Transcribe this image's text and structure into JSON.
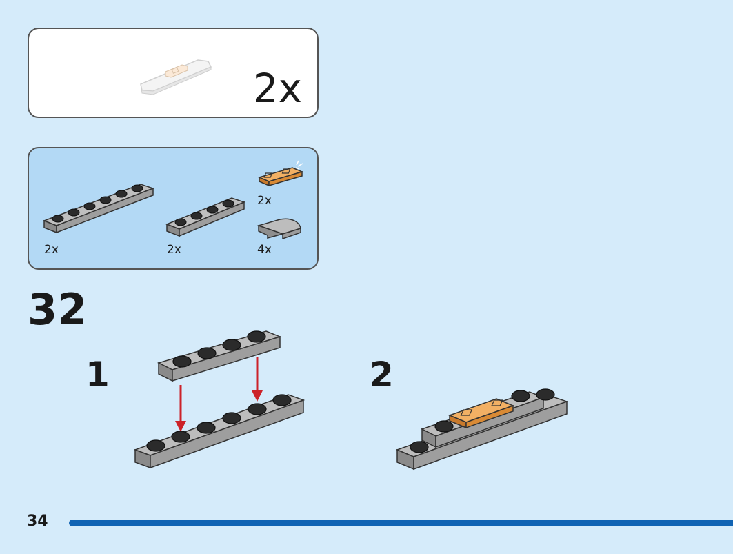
{
  "submodel": {
    "quantity": "2x"
  },
  "parts": [
    {
      "name": "plate-1x6-gray",
      "quantity": "2x"
    },
    {
      "name": "plate-1x4-gray",
      "quantity": "2x"
    },
    {
      "name": "tile-1x2-gold",
      "quantity": "2x"
    },
    {
      "name": "slope-curved-gray",
      "quantity": "4x"
    }
  ],
  "step": {
    "number": "32",
    "substeps": [
      "1",
      "2"
    ]
  },
  "page": {
    "number": "34"
  },
  "colors": {
    "background": "#d5ebfa",
    "parts_panel": "#b3d9f5",
    "progress_bar": "#1063b3",
    "brick_gray": "#a5a5a5",
    "brick_gold": "#f0a24b",
    "arrow": "#cc2229"
  }
}
